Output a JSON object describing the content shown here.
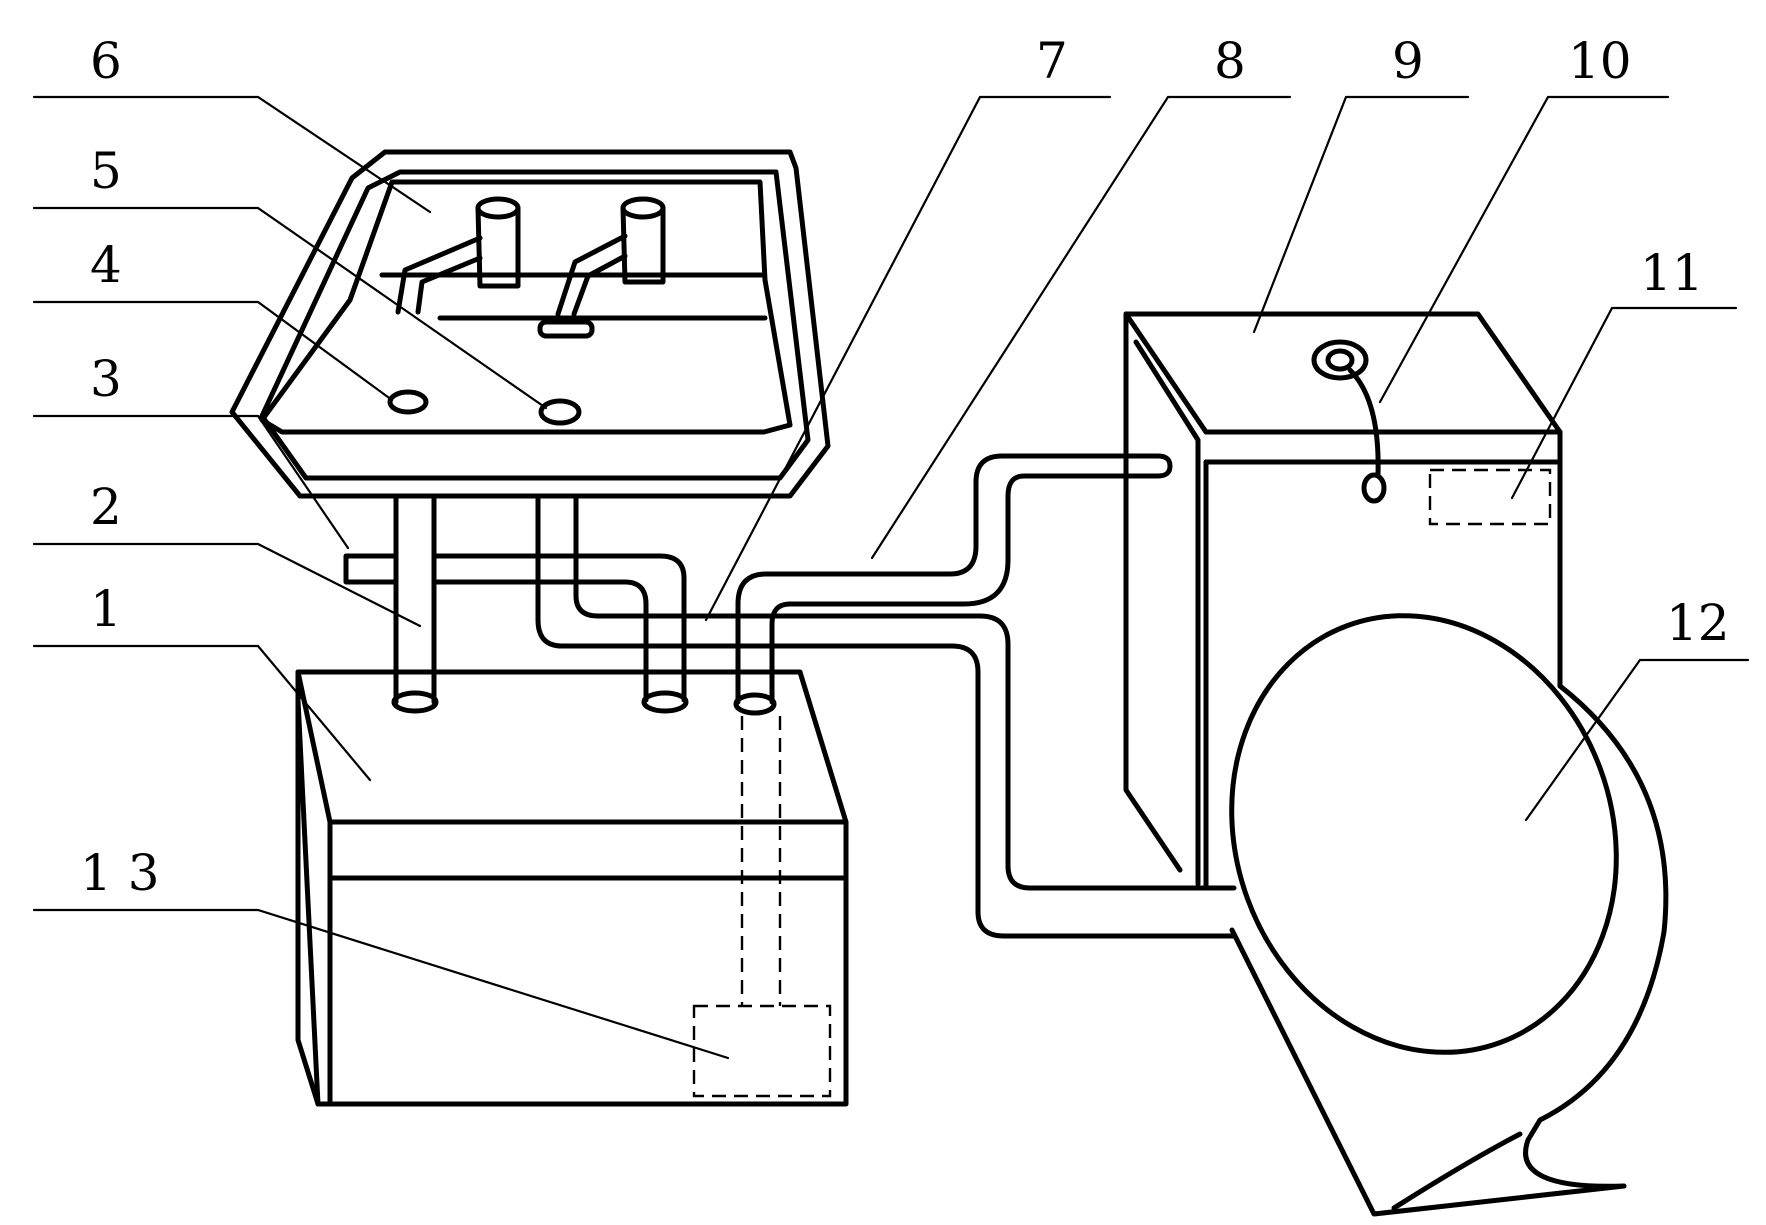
{
  "labels": {
    "l1": "1",
    "l2": "2",
    "l3": "3",
    "l4": "4",
    "l5": "5",
    "l6": "6",
    "l7": "7",
    "l8": "8",
    "l9": "9",
    "l10": "10",
    "l11": "11",
    "l12": "12",
    "l13": "1 3"
  }
}
